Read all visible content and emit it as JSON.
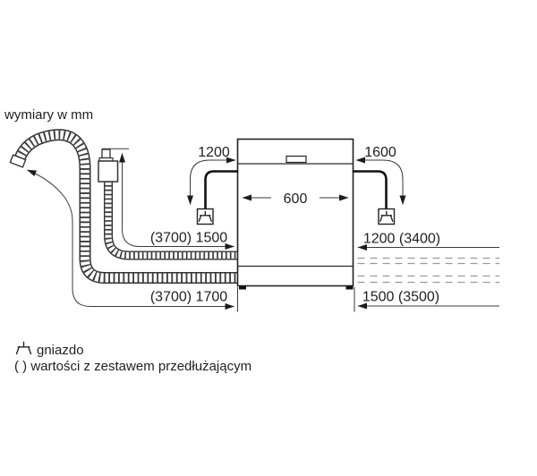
{
  "title": "wymiary w mm",
  "diagram": {
    "appliance_width_label": "600",
    "power_cord_left_label": "1200",
    "power_cord_right_label": "1600",
    "supply_hose_left_label": "(3700) 1500",
    "drain_hose_left_label": "(3700) 1700",
    "supply_hose_right_label": "1200 (3400)",
    "drain_hose_right_label": "1500 (3500)"
  },
  "legend": {
    "socket_symbol_label": "gniazdo",
    "parentheses_note": "( ) wartości z zestawem przedłużającym"
  },
  "icons": {
    "socket": "socket-plug-icon"
  },
  "colors": {
    "line": "#333333",
    "rung": "#3a3a3a",
    "text": "#1f1f1f",
    "dashed": "#999999",
    "background": "#ffffff"
  }
}
